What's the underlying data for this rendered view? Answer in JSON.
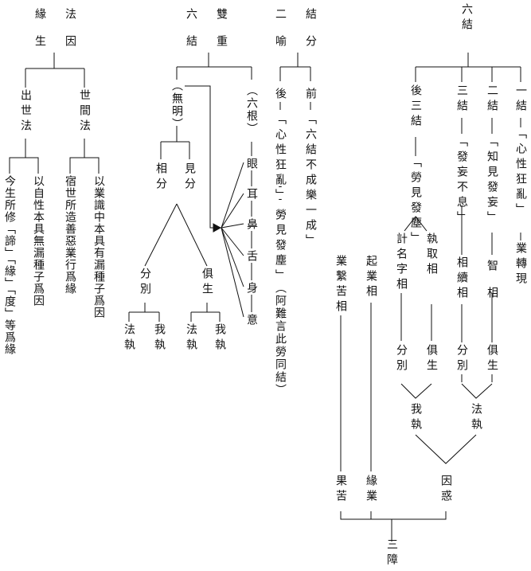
{
  "colors": {
    "ink": "#111111",
    "background": "#ffffff"
  },
  "right_section": {
    "root": "六結",
    "branch_1": {
      "label": "一結",
      "text": "「心性狂亂」",
      "result": "業轉現"
    },
    "branch_2": {
      "label": "二結",
      "text": "「知見發妄」",
      "result": "智相"
    },
    "branch_3": {
      "label": "三結",
      "text": "「發妄不息」",
      "result": "相續相"
    },
    "branch_4": {
      "label": "後三結",
      "text": "「勞見發塵」"
    },
    "left_child": "計名字相",
    "right_child": "執取相",
    "fen_bie_1": "分別",
    "ju_sheng_1": "俱生",
    "fen_bie_2": "分別",
    "ju_sheng_2": "俱生",
    "wo_zhi": "我執",
    "fa_zhi": "法執",
    "qi_ye_xiang": "起業相",
    "ye_xi_ku_xiang": "業繫苦相",
    "yin_huo": "因惑",
    "yuan_ye": "緣業",
    "guo_ku": "果苦",
    "san_zhang": "三障"
  },
  "middle_section": {
    "jie_fen": "結分",
    "er_yu": "二喻",
    "qian": "前",
    "qian_text": "「六結不成樂一成」",
    "hou": "後",
    "hou_text": "「心性狂亂」",
    "hou_dash": "----",
    "hou_text_2": "勞見發塵」",
    "note": "（阿難言此勞同結）"
  },
  "left_middle_section": {
    "shuang_zhong": "雙重",
    "liu_jie": "六結",
    "wu_ming": "（無明）",
    "liu_gen": "（六根）",
    "eye": "眼",
    "ear": "耳",
    "nose": "鼻",
    "tongue": "舌",
    "body": "身",
    "mind": "意",
    "jian_fen": "見分",
    "xiang_fen": "相分",
    "ju_sheng": "俱生",
    "fen_bie": "分別",
    "wo_zhi_1": "我執",
    "fa_zhi_1": "法執",
    "wo_zhi_2": "我執",
    "fa_zhi_2": "法執"
  },
  "left_section": {
    "fa_yin": "法因",
    "yuan_sheng": "緣生",
    "shi_jian_fa": "世間法",
    "chu_shi_fa": "出世法",
    "shi_jian_1": "以業識中本具有漏種子爲因",
    "shi_jian_2": "宿世所造善惡業行爲緣",
    "chu_shi_1": "以自性本具無漏種子爲因",
    "chu_shi_2": "今生所修「諦」「緣」「度」等爲緣"
  }
}
